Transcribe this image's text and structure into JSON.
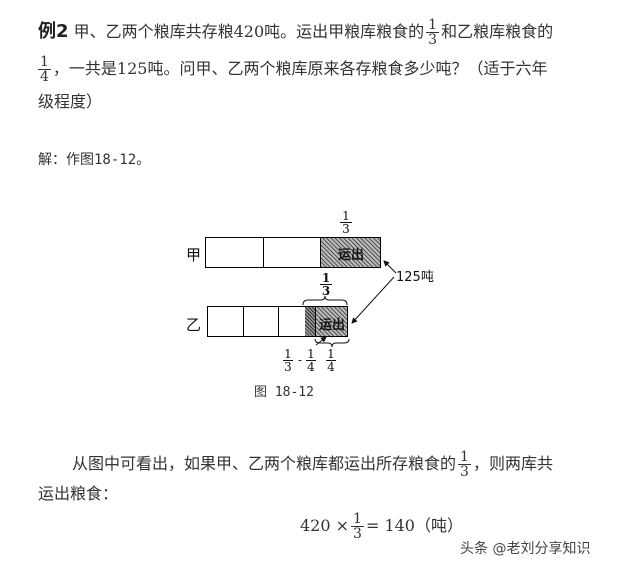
{
  "problem": {
    "label": "例2",
    "line1_a": "甲、乙两个粮库共存粮420吨。运出甲粮库粮食的",
    "frac1": {
      "num": "1",
      "den": "3"
    },
    "line1_b": "和乙粮库粮食的",
    "frac2": {
      "num": "1",
      "den": "4"
    },
    "line2": "，一共是125吨。问甲、乙两个粮库原来各存粮食多少吨？（适于六年",
    "line3": "级程度）"
  },
  "solution": {
    "intro": "解：作图18-12。"
  },
  "diagram": {
    "row_jia_label": "甲",
    "row_yi_label": "乙",
    "shipped_label": "运出",
    "top_frac": {
      "num": "1",
      "den": "3"
    },
    "yi_frac": {
      "num": "1",
      "den": "3"
    },
    "total_label": "125吨",
    "diff_frac_a": {
      "num": "1",
      "den": "3"
    },
    "diff_minus": "-",
    "diff_frac_b": {
      "num": "1",
      "den": "4"
    },
    "quarter_frac": {
      "num": "1",
      "den": "4"
    },
    "caption": "图 18-12"
  },
  "explanation": {
    "para_a": "从图中可看出，如果甲、乙两个粮库都运出所存粮食的",
    "frac": {
      "num": "1",
      "den": "3"
    },
    "para_b": "，则两库共",
    "para_c": "运出粮食："
  },
  "equation": {
    "left": "420 ×",
    "frac": {
      "num": "1",
      "den": "3"
    },
    "right": "= 140（吨）"
  },
  "watermark": "头条 @老刘分享知识"
}
